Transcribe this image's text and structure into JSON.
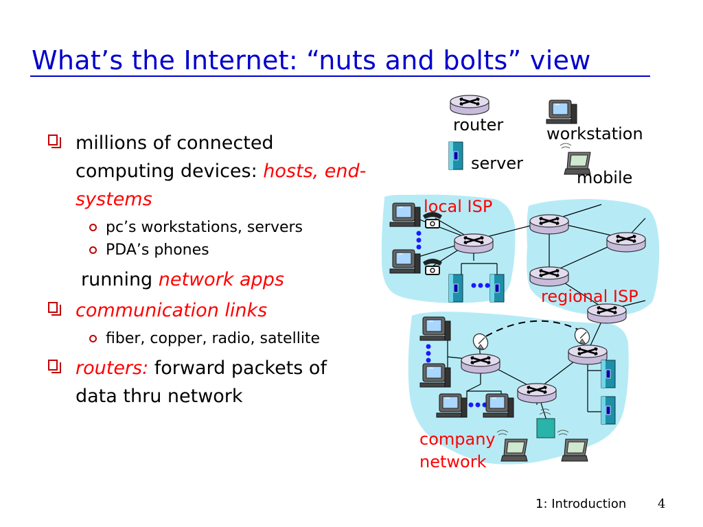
{
  "title": "What’s the Internet: “nuts and bolts” view",
  "bullets": {
    "b1_text": "millions of connected computing devices: ",
    "b1_emph": "hosts, end-systems",
    "b1_sub1": "pc’s workstations, servers",
    "b1_sub2": "PDA’s phones",
    "running_text": "running ",
    "running_emph": "network apps",
    "b2_emph": "communication links",
    "b2_sub1": "fiber, copper, radio, satellite",
    "b3_emph": "routers:",
    "b3_text": " forward packets of data thru network"
  },
  "legend": {
    "router": "router",
    "workstation": "workstation",
    "server": "server",
    "mobile": "mobile"
  },
  "diagram": {
    "local_isp": "local ISP",
    "regional_isp": "regional ISP",
    "company_line1": "company",
    "company_line2": "network"
  },
  "footer": {
    "chapter": "1: Introduction",
    "page": "4"
  },
  "colors": {
    "title": "#0000cc",
    "emphasis": "#ff0000",
    "bullet_mark": "#c00000",
    "network_blob": "#b3ecf7",
    "router_fill": "#d8d0e8"
  }
}
